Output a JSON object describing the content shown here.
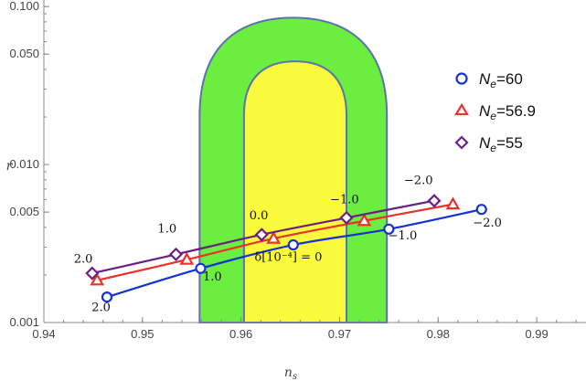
{
  "chart_data": {
    "type": "line",
    "xlabel": "n_s",
    "ylabel": "r",
    "xlim": [
      0.94,
      0.995
    ],
    "ylim": [
      0.001,
      0.11
    ],
    "y_scale": "log",
    "x_ticks": [
      0.94,
      0.95,
      0.96,
      0.97,
      0.98,
      0.99
    ],
    "x_tick_labels": [
      "0.94",
      "0.95",
      "0.96",
      "0.97",
      "0.98",
      "0.99"
    ],
    "y_ticks": [
      0.001,
      0.005,
      0.01,
      0.05,
      0.1
    ],
    "y_tick_labels": [
      "0.001",
      "0.005",
      "0.010",
      "0.050",
      "0.100"
    ],
    "contours": [
      {
        "level": "outer",
        "fill": "#6bee3f",
        "left_x": 0.9558,
        "right_x": 0.9748,
        "top_r": 0.085
      },
      {
        "level": "inner",
        "fill": "#fafa3c",
        "left_x": 0.9603,
        "right_x": 0.9707,
        "top_r": 0.045
      }
    ],
    "series": [
      {
        "name": "N_e=60",
        "color": "#1432d8",
        "marker": "circle",
        "points": [
          {
            "x": 0.9464,
            "y": 0.00145
          },
          {
            "x": 0.9559,
            "y": 0.0022
          },
          {
            "x": 0.9653,
            "y": 0.0031
          },
          {
            "x": 0.975,
            "y": 0.0039
          },
          {
            "x": 0.9844,
            "y": 0.0052
          }
        ]
      },
      {
        "name": "N_e=56.9",
        "color": "#e8322a",
        "marker": "triangle",
        "points": [
          {
            "x": 0.9454,
            "y": 0.00185
          },
          {
            "x": 0.9545,
            "y": 0.0025
          },
          {
            "x": 0.9633,
            "y": 0.0034
          },
          {
            "x": 0.9725,
            "y": 0.0044
          },
          {
            "x": 0.9815,
            "y": 0.0056
          }
        ]
      },
      {
        "name": "N_e=55",
        "color": "#6b1f84",
        "marker": "diamond",
        "points": [
          {
            "x": 0.9449,
            "y": 0.00205
          },
          {
            "x": 0.9534,
            "y": 0.0027
          },
          {
            "x": 0.9621,
            "y": 0.0036
          },
          {
            "x": 0.9707,
            "y": 0.0046
          },
          {
            "x": 0.9796,
            "y": 0.0059
          }
        ]
      }
    ],
    "annotations": [
      {
        "text": "2.0",
        "x": 0.9458,
        "y": 0.00118
      },
      {
        "text": "1.0",
        "x": 0.9571,
        "y": 0.00185
      },
      {
        "text": "δ[10⁻⁴] = 0",
        "x": 0.9648,
        "y": 0.00245
      },
      {
        "text": "−1.0",
        "x": 0.9764,
        "y": 0.00335
      },
      {
        "text": "−2.0",
        "x": 0.985,
        "y": 0.00405
      },
      {
        "text": "2.0",
        "x": 0.944,
        "y": 0.0024
      },
      {
        "text": "1.0",
        "x": 0.9525,
        "y": 0.0037
      },
      {
        "text": "0.0",
        "x": 0.9618,
        "y": 0.0045
      },
      {
        "text": "−1.0",
        "x": 0.9705,
        "y": 0.0057
      },
      {
        "text": "−2.0",
        "x": 0.978,
        "y": 0.0075
      }
    ]
  },
  "legend": {
    "items": [
      {
        "symbol": "N",
        "subscript": "e",
        "suffix": "=60",
        "marker": "circle",
        "color": "#1432d8"
      },
      {
        "symbol": "N",
        "subscript": "e",
        "suffix": "=56.9",
        "marker": "triangle",
        "color": "#e8322a"
      },
      {
        "symbol": "N",
        "subscript": "e",
        "suffix": "=55",
        "marker": "diamond",
        "color": "#6b1f84"
      }
    ]
  },
  "axes": {
    "x_label_symbol": "n",
    "x_label_sub": "s",
    "y_label": "r"
  },
  "colors": {
    "outer_contour": "#6bee3f",
    "inner_contour": "#fafa3c",
    "contour_edge": "#5b72b0",
    "frame": "#888888"
  }
}
